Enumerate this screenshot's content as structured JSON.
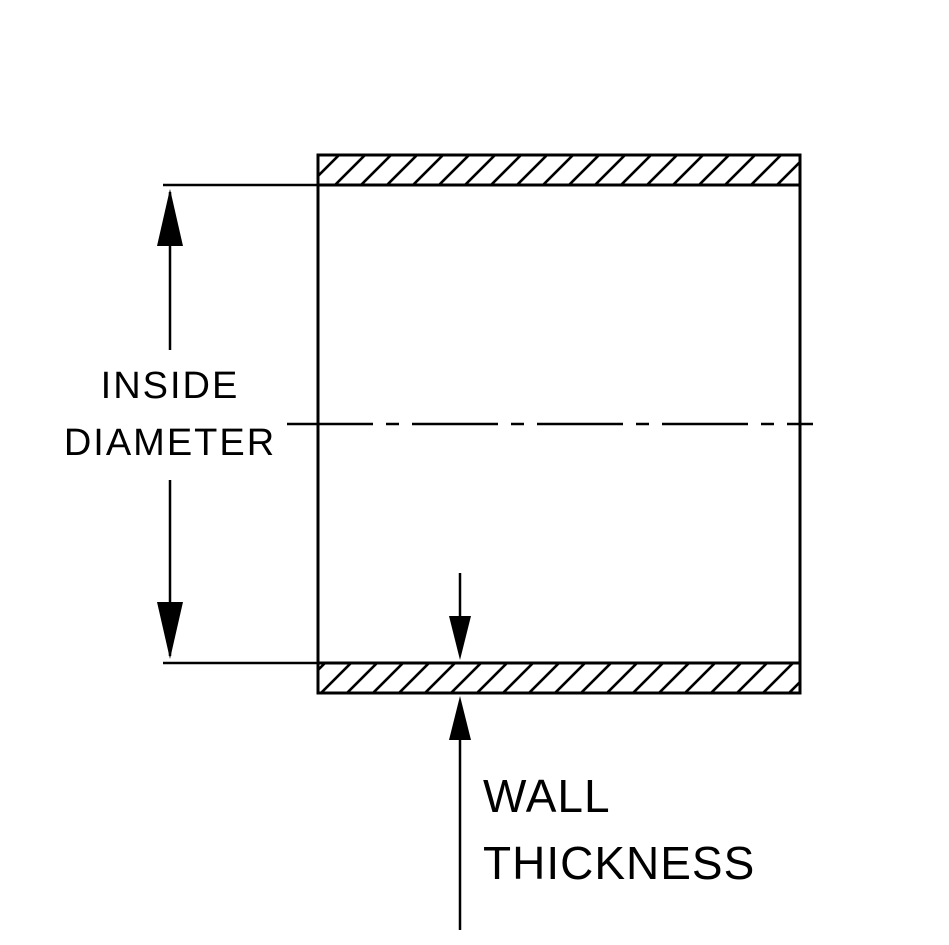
{
  "diagram": {
    "type": "technical-cross-section",
    "subject": "hose coupler wall cross-section",
    "labels": {
      "inside_diameter": {
        "line1": "INSIDE",
        "line2": "DIAMETER"
      },
      "wall_thickness": {
        "line1": "WALL",
        "line2": "THICKNESS"
      }
    },
    "colors": {
      "line": "#000000",
      "background": "#ffffff"
    }
  }
}
